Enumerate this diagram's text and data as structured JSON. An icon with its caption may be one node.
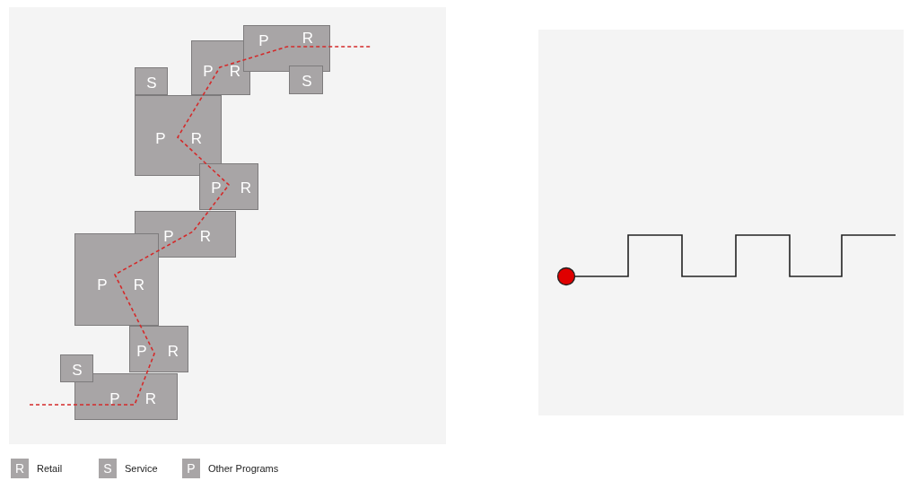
{
  "diagram": {
    "nodes": [
      {
        "text": [
          "P",
          "R"
        ]
      },
      {
        "text": [
          "P",
          "R"
        ]
      },
      {
        "text": [
          "S"
        ]
      },
      {
        "text": [
          "S"
        ]
      },
      {
        "text": [
          "P",
          "R"
        ]
      },
      {
        "text": [
          "P",
          "R"
        ]
      },
      {
        "text": [
          "P",
          "R"
        ]
      },
      {
        "text": [
          "P",
          "R"
        ]
      },
      {
        "text": [
          "P",
          "R"
        ]
      },
      {
        "text": [
          "S"
        ]
      },
      {
        "text": [
          "P",
          "R"
        ]
      }
    ],
    "labels": [
      "R",
      "S",
      "P"
    ],
    "legend": [
      {
        "text": "Retail",
        "color": "#a8a5a6"
      },
      {
        "text": "Service",
        "color": "#a8a5a6"
      },
      {
        "text": "Other Programs",
        "color": "#a8a5a6"
      }
    ]
  }
}
